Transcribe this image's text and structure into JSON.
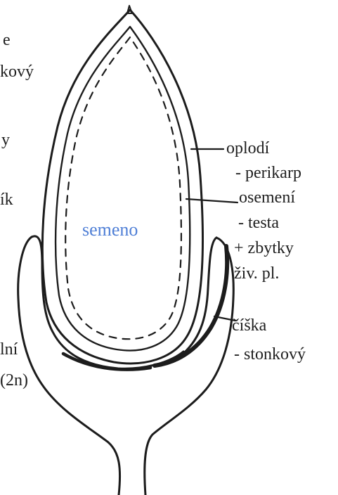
{
  "labels": {
    "left": {
      "e": "e",
      "kovy": "kový",
      "y": "y",
      "ik": "ík",
      "lni": "lní",
      "two_n": "(2n)"
    },
    "center": "semeno",
    "right": {
      "oplodi": "oplodí",
      "perikarp": "- perikarp",
      "oseme": "osemení",
      "testa": "- testa",
      "zbytky": "+ zbytky",
      "ziv_pl": "živ. pl.",
      "ciska": "číška",
      "stonkovy": "- stonkový"
    }
  },
  "colors": {
    "line": "#1c1c1c",
    "center_text": "#4f7fd6",
    "text": "#1f1f1f"
  }
}
